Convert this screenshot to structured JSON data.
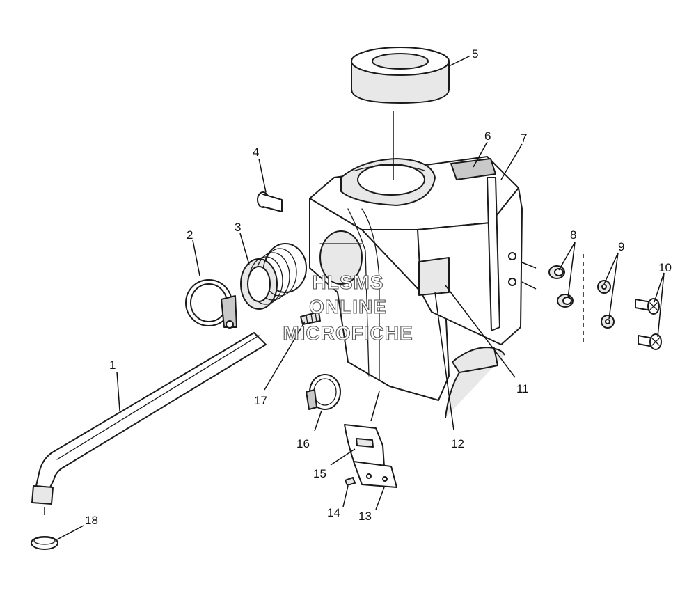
{
  "callouts": [
    "1",
    "2",
    "3",
    "4",
    "5",
    "6",
    "7",
    "8",
    "9",
    "10",
    "11",
    "12",
    "13",
    "14",
    "15",
    "16",
    "17",
    "18"
  ],
  "watermark": {
    "line1": "HLSMS",
    "line2": "ONLINE",
    "line3": "MICROFICHE"
  },
  "colors": {
    "line": "#1a1a1a",
    "background": "#ffffff",
    "watermark_stroke": "#555555"
  }
}
